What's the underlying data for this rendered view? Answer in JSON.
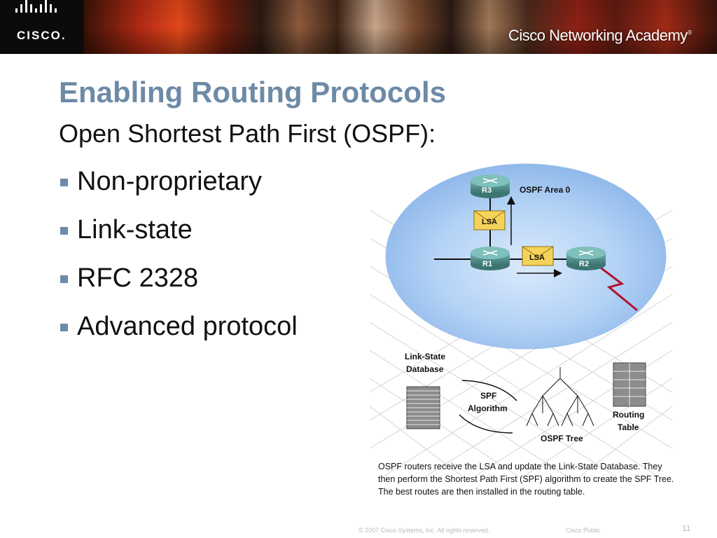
{
  "header": {
    "logo_text": "CISCO.",
    "academy_text": "Cisco Networking Academy",
    "academy_mark": "®"
  },
  "slide": {
    "title": "Enabling Routing Protocols",
    "subtitle": "Open Shortest Path First (OSPF):",
    "bullets": [
      "Non-proprietary",
      "Link-state",
      "RFC 2328",
      "Advanced protocol"
    ]
  },
  "figure": {
    "area_label": "OSPF Area 0",
    "routers": [
      "R3",
      "R1",
      "R2"
    ],
    "lsa_label": "LSA",
    "db_label_line1": "Link-State",
    "db_label_line2": "Database",
    "spf_line1": "SPF",
    "spf_line2": "Algorithm",
    "tree_label": "OSPF Tree",
    "rt_line1": "Routing",
    "rt_line2": "Table",
    "caption": "OSPF routers receive the LSA and update the Link-State Database. They then perform the Shortest Path First (SPF) algorithm to create the SPF Tree. The best routes are then installed in the routing table."
  },
  "footer": {
    "copyright": "© 2007 Cisco Systems, Inc. All rights reserved.",
    "classification": "Cisco Public",
    "page_number": "11"
  },
  "colors": {
    "title": "#6d8aa6",
    "bullet": "#6d8aa6",
    "area_fill": "#a9cbf2",
    "lsa_fill": "#f5d35a",
    "router": "#4f8e8c",
    "wan_link": "#b3122e"
  }
}
